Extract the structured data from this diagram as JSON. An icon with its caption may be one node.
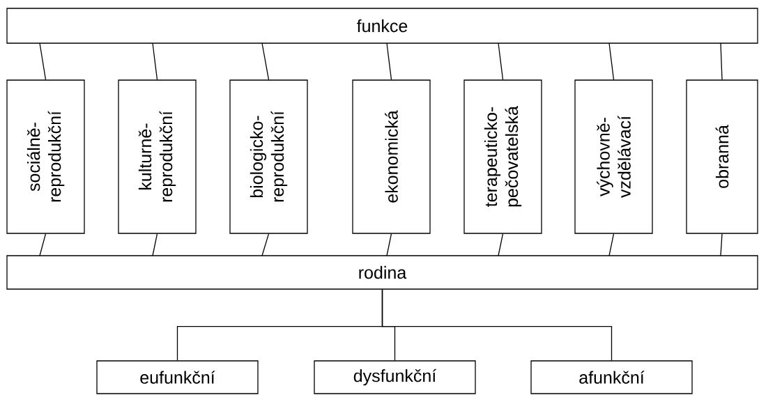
{
  "diagram": {
    "nodes": [
      {
        "text": [
          "funkce"
        ]
      },
      {
        "text": [
          "sociálně- reprodukční"
        ]
      },
      {
        "text": [
          "kulturně- reprodukční"
        ]
      },
      {
        "text": [
          "biologicko- reprodukční"
        ]
      },
      {
        "text": [
          "ekonomická"
        ]
      },
      {
        "text": [
          "terapeuticko- pečovatelská"
        ]
      },
      {
        "text": [
          "výchovně- vzdělávací"
        ]
      },
      {
        "text": [
          "obranná"
        ]
      },
      {
        "text": [
          "rodina"
        ]
      },
      {
        "text": [
          "eufunkční"
        ]
      },
      {
        "text": [
          "dysfunkční"
        ]
      },
      {
        "text": [
          "afunkční"
        ]
      }
    ],
    "edges": [
      {
        "from": 0,
        "to": 1,
        "arrow": "none"
      },
      {
        "from": 0,
        "to": 2,
        "arrow": "none"
      },
      {
        "from": 0,
        "to": 3,
        "arrow": "none"
      },
      {
        "from": 0,
        "to": 4,
        "arrow": "none"
      },
      {
        "from": 0,
        "to": 5,
        "arrow": "none"
      },
      {
        "from": 0,
        "to": 6,
        "arrow": "none"
      },
      {
        "from": 0,
        "to": 7,
        "arrow": "none"
      },
      {
        "from": 1,
        "to": 8,
        "arrow": "none"
      },
      {
        "from": 2,
        "to": 8,
        "arrow": "none"
      },
      {
        "from": 3,
        "to": 8,
        "arrow": "none"
      },
      {
        "from": 4,
        "to": 8,
        "arrow": "none"
      },
      {
        "from": 5,
        "to": 8,
        "arrow": "none"
      },
      {
        "from": 6,
        "to": 8,
        "arrow": "none"
      },
      {
        "from": 7,
        "to": 8,
        "arrow": "none"
      },
      {
        "from": 8,
        "to": 9,
        "arrow": "none"
      },
      {
        "from": 8,
        "to": 10,
        "arrow": "none"
      },
      {
        "from": 8,
        "to": 11,
        "arrow": "none"
      }
    ]
  }
}
